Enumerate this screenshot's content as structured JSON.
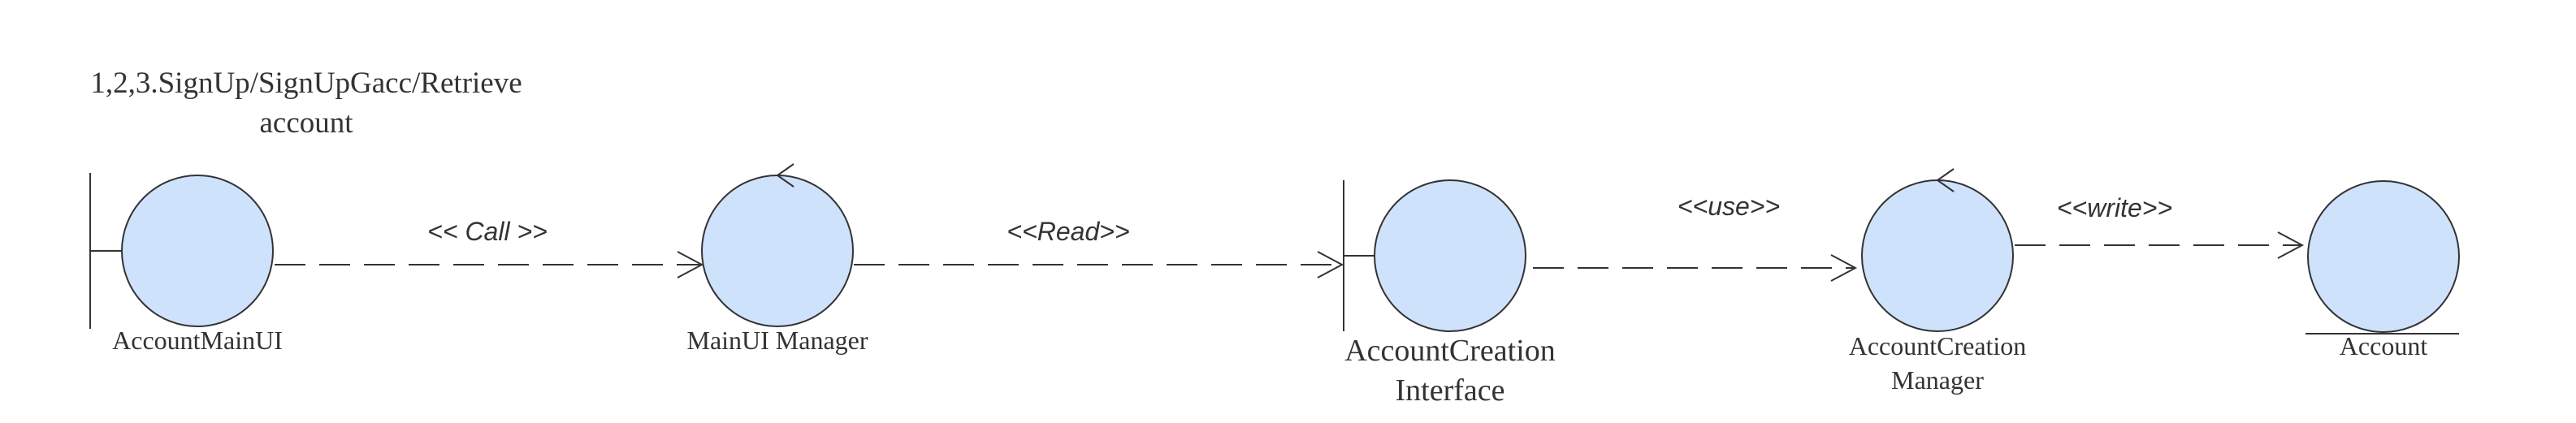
{
  "diagram": {
    "title_line1": "1,2,3.SignUp/SignUpGacc/Retrieve",
    "title_line2": "account",
    "colors": {
      "object_fill": "#cfe2fc",
      "stroke": "#333333",
      "text": "#333333"
    },
    "nodes": [
      {
        "id": "account-main-ui",
        "type": "boundary",
        "label": "AccountMainUI"
      },
      {
        "id": "main-ui-manager",
        "type": "control",
        "label": "MainUI Manager"
      },
      {
        "id": "account-creation-interface",
        "type": "boundary",
        "label_line1": "AccountCreation",
        "label_line2": "Interface"
      },
      {
        "id": "account-creation-manager",
        "type": "control",
        "label_line1": "AccountCreation",
        "label_line2": "Manager"
      },
      {
        "id": "account",
        "type": "entity",
        "label": "Account"
      }
    ],
    "edges": [
      {
        "from": "account-main-ui",
        "to": "main-ui-manager",
        "label": "<< Call >>",
        "style": "dashed"
      },
      {
        "from": "main-ui-manager",
        "to": "account-creation-interface",
        "label": "<<Read>>",
        "style": "dashed"
      },
      {
        "from": "account-creation-interface",
        "to": "account-creation-manager",
        "label": "<<use>>",
        "style": "dashed"
      },
      {
        "from": "account-creation-manager",
        "to": "account",
        "label": "<<write>>",
        "style": "dashed"
      }
    ]
  }
}
